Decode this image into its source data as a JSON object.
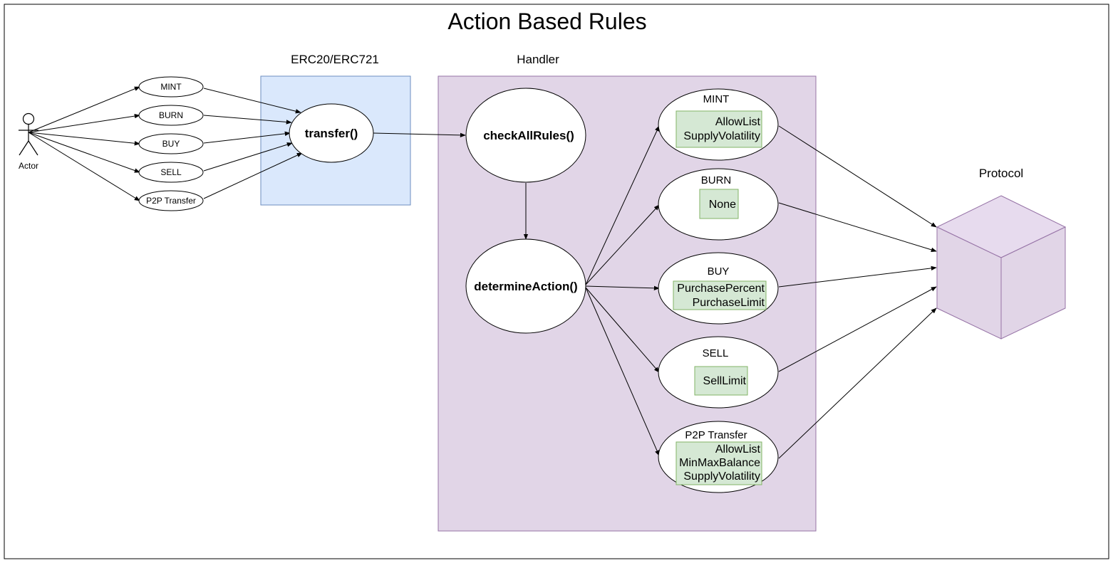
{
  "title": "Action Based Rules",
  "actor": {
    "label": "Actor"
  },
  "actions": [
    "MINT",
    "BURN",
    "BUY",
    "SELL",
    "P2P Transfer"
  ],
  "token_section": {
    "label": "ERC20/ERC721",
    "function": "transfer()"
  },
  "handler": {
    "label": "Handler",
    "check": "checkAllRules()",
    "determine": "determineAction()",
    "action_rules": [
      {
        "action": "MINT",
        "rules": [
          "AllowList",
          "SupplyVolatility"
        ]
      },
      {
        "action": "BURN",
        "rules": [
          "None"
        ]
      },
      {
        "action": "BUY",
        "rules": [
          "PurchasePercent",
          "PurchaseLimit"
        ]
      },
      {
        "action": "SELL",
        "rules": [
          "SellLimit"
        ]
      },
      {
        "action": "P2P Transfer",
        "rules": [
          "AllowList",
          "MinMaxBalance",
          "SupplyVolatility"
        ]
      }
    ]
  },
  "protocol": {
    "label": "Protocol"
  },
  "colors": {
    "token_fill": "#dae8fc",
    "token_stroke": "#6c8ebf",
    "handler_fill": "#e1d5e7",
    "handler_stroke": "#9673a6",
    "rule_fill": "#d5e8d4",
    "rule_stroke": "#82b366"
  }
}
